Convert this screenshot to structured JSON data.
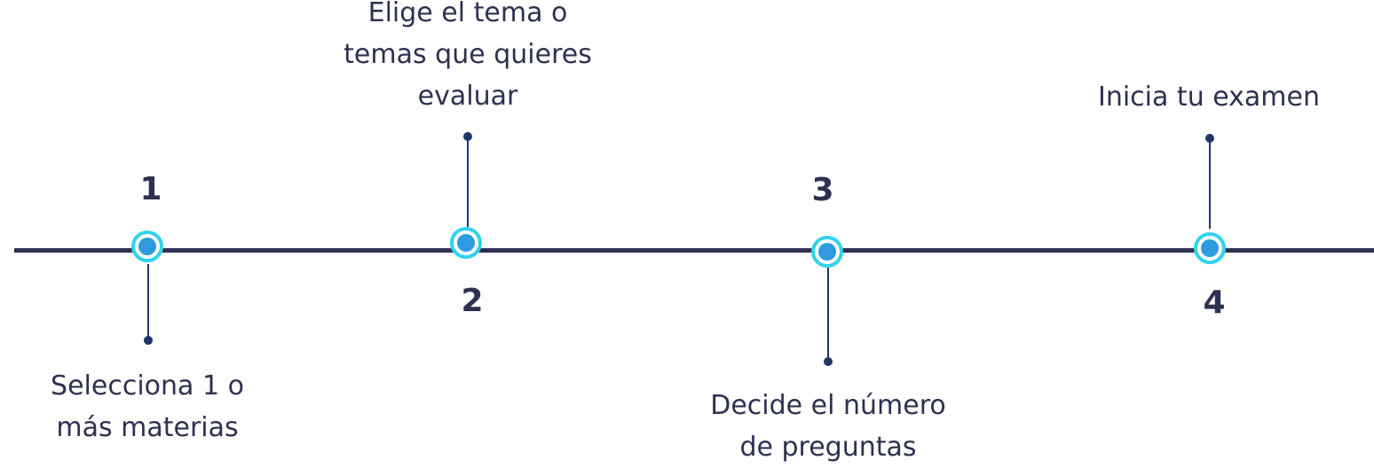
{
  "timeline": {
    "steps": [
      {
        "number": "1",
        "text": "Selecciona 1 o\nmás materias"
      },
      {
        "number": "2",
        "text": "Elige el tema o\ntemas que quieres\nevaluar"
      },
      {
        "number": "3",
        "text": "Decide el número\nde preguntas"
      },
      {
        "number": "4",
        "text": "Inicia tu examen"
      }
    ]
  },
  "colors": {
    "line": "#2e3150",
    "text": "#2e3150",
    "node_ring": "#2fd3ec",
    "node_fill": "#2e9ae0",
    "connector": "#1f3566"
  }
}
